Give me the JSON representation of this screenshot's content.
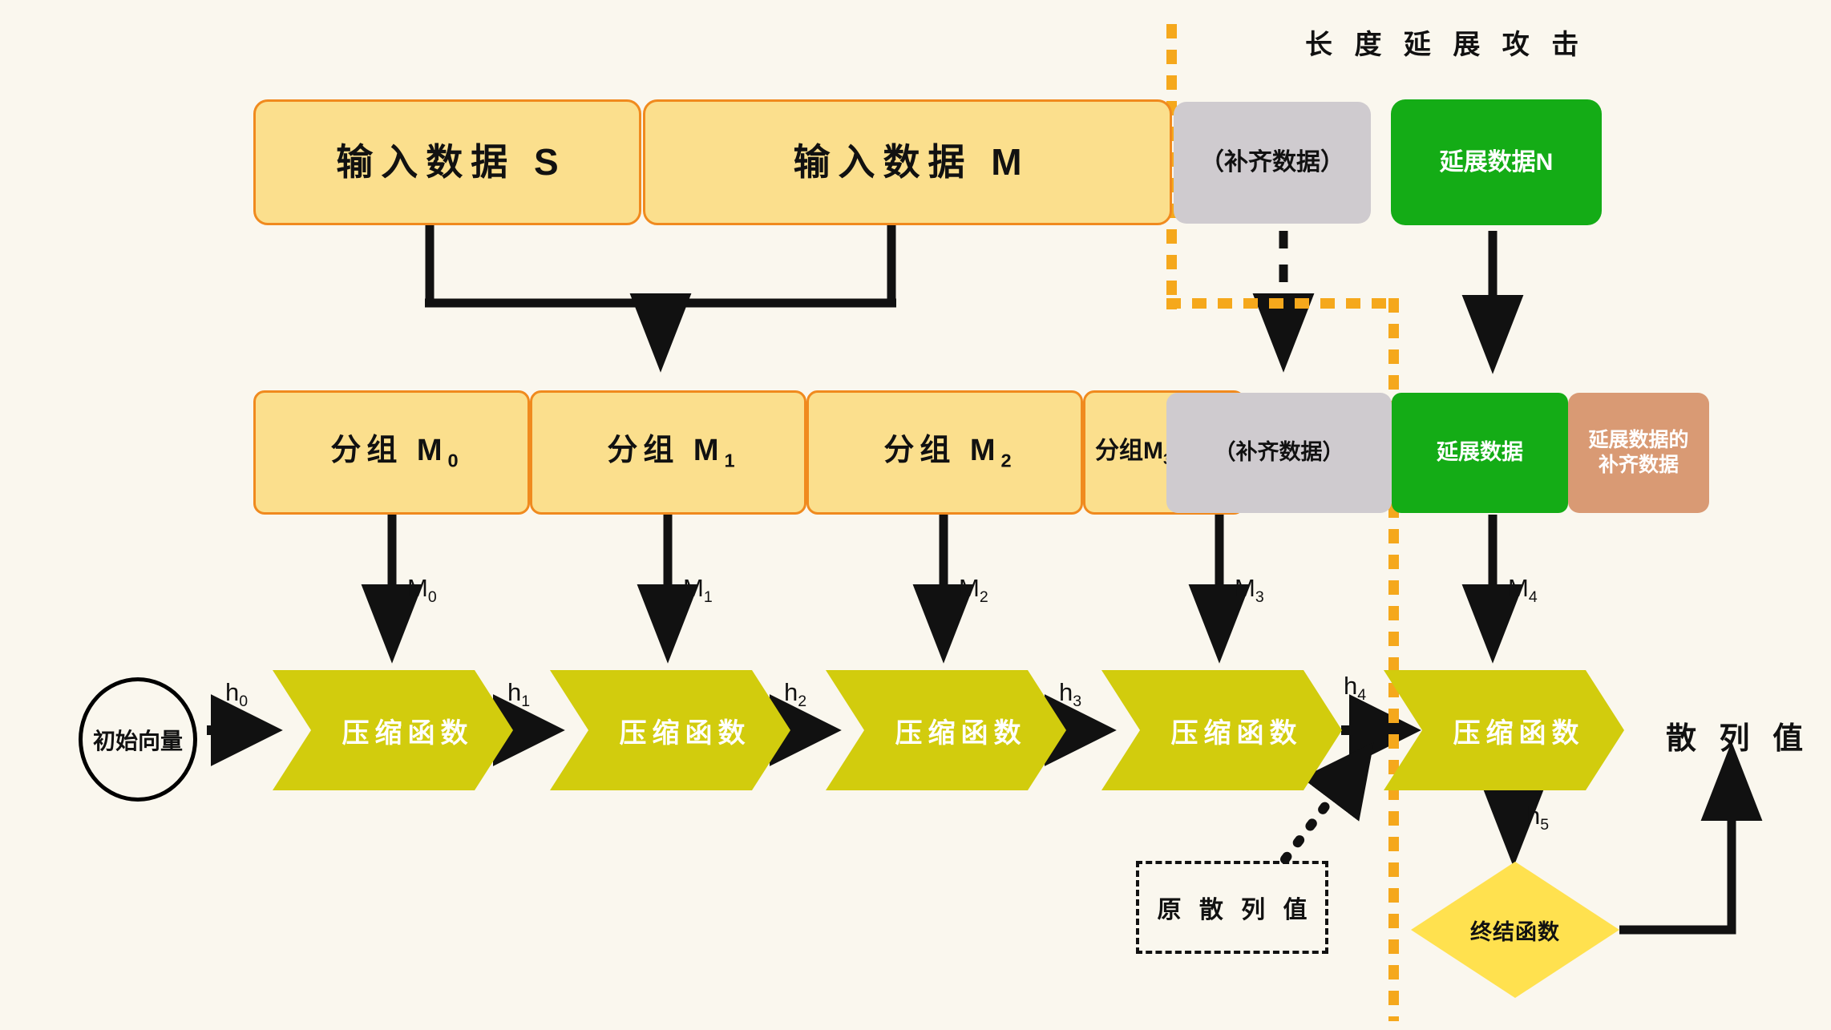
{
  "diagram": {
    "title": "长 度 延 展 攻 击",
    "background_color": "#faf7ee",
    "colors": {
      "yellow_fill": "#fbdf8d",
      "yellow_border": "#f08a1e",
      "gray_fill": "#cfcbcf",
      "green_fill": "#14ac16",
      "tan_fill": "#d99a74",
      "olive_fill": "#d2cc0d",
      "diamond_fill": "#ffe14f",
      "orange_dotted": "#f5a81c",
      "arrow_black": "#111111"
    }
  },
  "row_input": {
    "input_s": "输入数据 S",
    "input_m": "输入数据 M",
    "padding": "（补齐数据）",
    "extension_n": "延展数据N"
  },
  "row_blocks": {
    "m0": "分组 M",
    "m0_sub": "0",
    "m1": "分组 M",
    "m1_sub": "1",
    "m2": "分组 M",
    "m2_sub": "2",
    "m3": "分组M",
    "m3_sub": "3",
    "padding": "（补齐数据）",
    "extension": "延展数据",
    "extension_padding_line1": "延展数据的",
    "extension_padding_line2": "补齐数据"
  },
  "message_labels": [
    {
      "base": "M",
      "sub": "0"
    },
    {
      "base": "M",
      "sub": "1"
    },
    {
      "base": "M",
      "sub": "2"
    },
    {
      "base": "M",
      "sub": "3"
    },
    {
      "base": "M",
      "sub": "4"
    }
  ],
  "chain_labels": [
    {
      "base": "h",
      "sub": "0"
    },
    {
      "base": "h",
      "sub": "1"
    },
    {
      "base": "h",
      "sub": "2"
    },
    {
      "base": "h",
      "sub": "3"
    },
    {
      "base": "h",
      "sub": "4"
    },
    {
      "base": "h",
      "sub": "5"
    }
  ],
  "iv": {
    "label": "初始向量"
  },
  "compression": {
    "label": "压缩函数",
    "count": 5
  },
  "finalize": {
    "label": "终结函数"
  },
  "outputs": {
    "hash_value": "散 列 值",
    "original_hash": "原 散 列 值"
  }
}
